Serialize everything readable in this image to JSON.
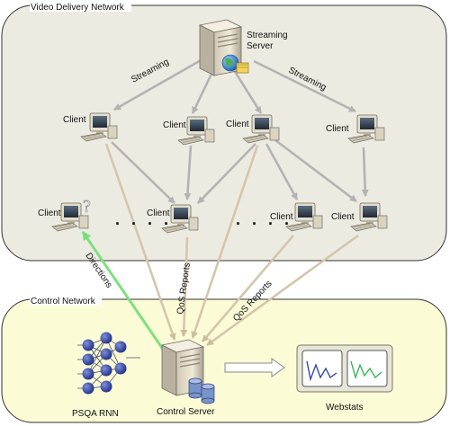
{
  "regions": {
    "video_network_label": "Video Delivery Network",
    "control_network_label": "Control Network"
  },
  "nodes": {
    "streaming_server_line1": "Streaming",
    "streaming_server_line2": "Server",
    "client": "Client",
    "control_server": "Control Server",
    "psqa": "PSQA RNN",
    "webstats": "Webstats",
    "question_mark": "?",
    "ellipsis": ". . . ."
  },
  "edges": {
    "streaming_left": "Streaming",
    "streaming_right": "Streaming",
    "directions": "Directions",
    "qos_reports_1": "QoS Reports",
    "qos_reports_2": "QoS Reports"
  },
  "colors": {
    "network_bg": "#ecebe1",
    "control_bg": "#fbfbd6",
    "stream_arrow": "#b3b3b3",
    "qos_arrow": "#d4c6ac",
    "directions_arrow": "#7fe07f"
  }
}
